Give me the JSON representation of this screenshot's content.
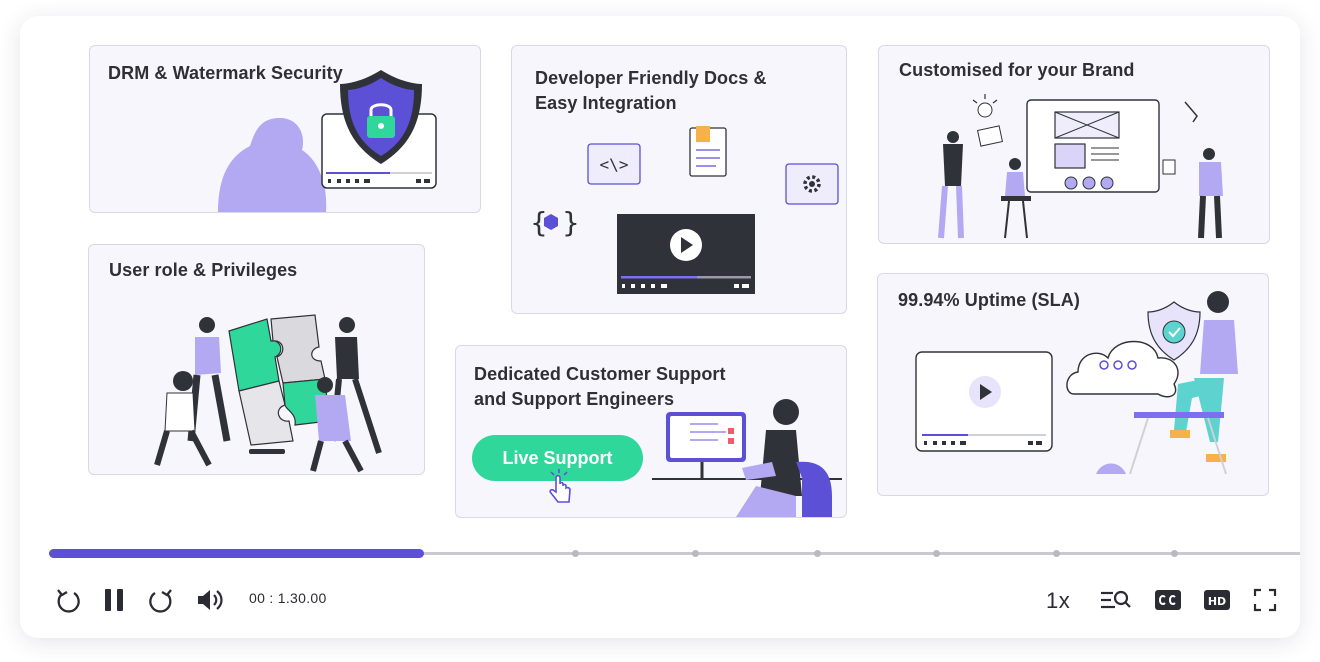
{
  "cards": {
    "drm": {
      "title": "DRM & Watermark Security"
    },
    "docs": {
      "title_line1": "Developer Friendly Docs &",
      "title_line2": "Easy Integration"
    },
    "brand": {
      "title": "Customised for your Brand"
    },
    "roles": {
      "title": "User role & Privileges"
    },
    "support": {
      "title_line1": "Dedicated Customer Support",
      "title_line2": "and Support Engineers",
      "button_label": "Live Support"
    },
    "uptime": {
      "title": "99.94% Uptime (SLA)"
    }
  },
  "player": {
    "progress": 0.3,
    "time": "00 : 1.30.00",
    "speed": "1x",
    "controls": [
      "replay-icon",
      "pause-icon",
      "forward-icon",
      "volume-icon",
      "chapters-search-icon",
      "captions-icon",
      "hd-icon",
      "fullscreen-icon"
    ]
  },
  "colors": {
    "accent": "#5b50d6",
    "lavender": "#b3a8f2",
    "green": "#2fd79a",
    "card_bg": "#f7f6fd",
    "dark": "#2f3238"
  }
}
